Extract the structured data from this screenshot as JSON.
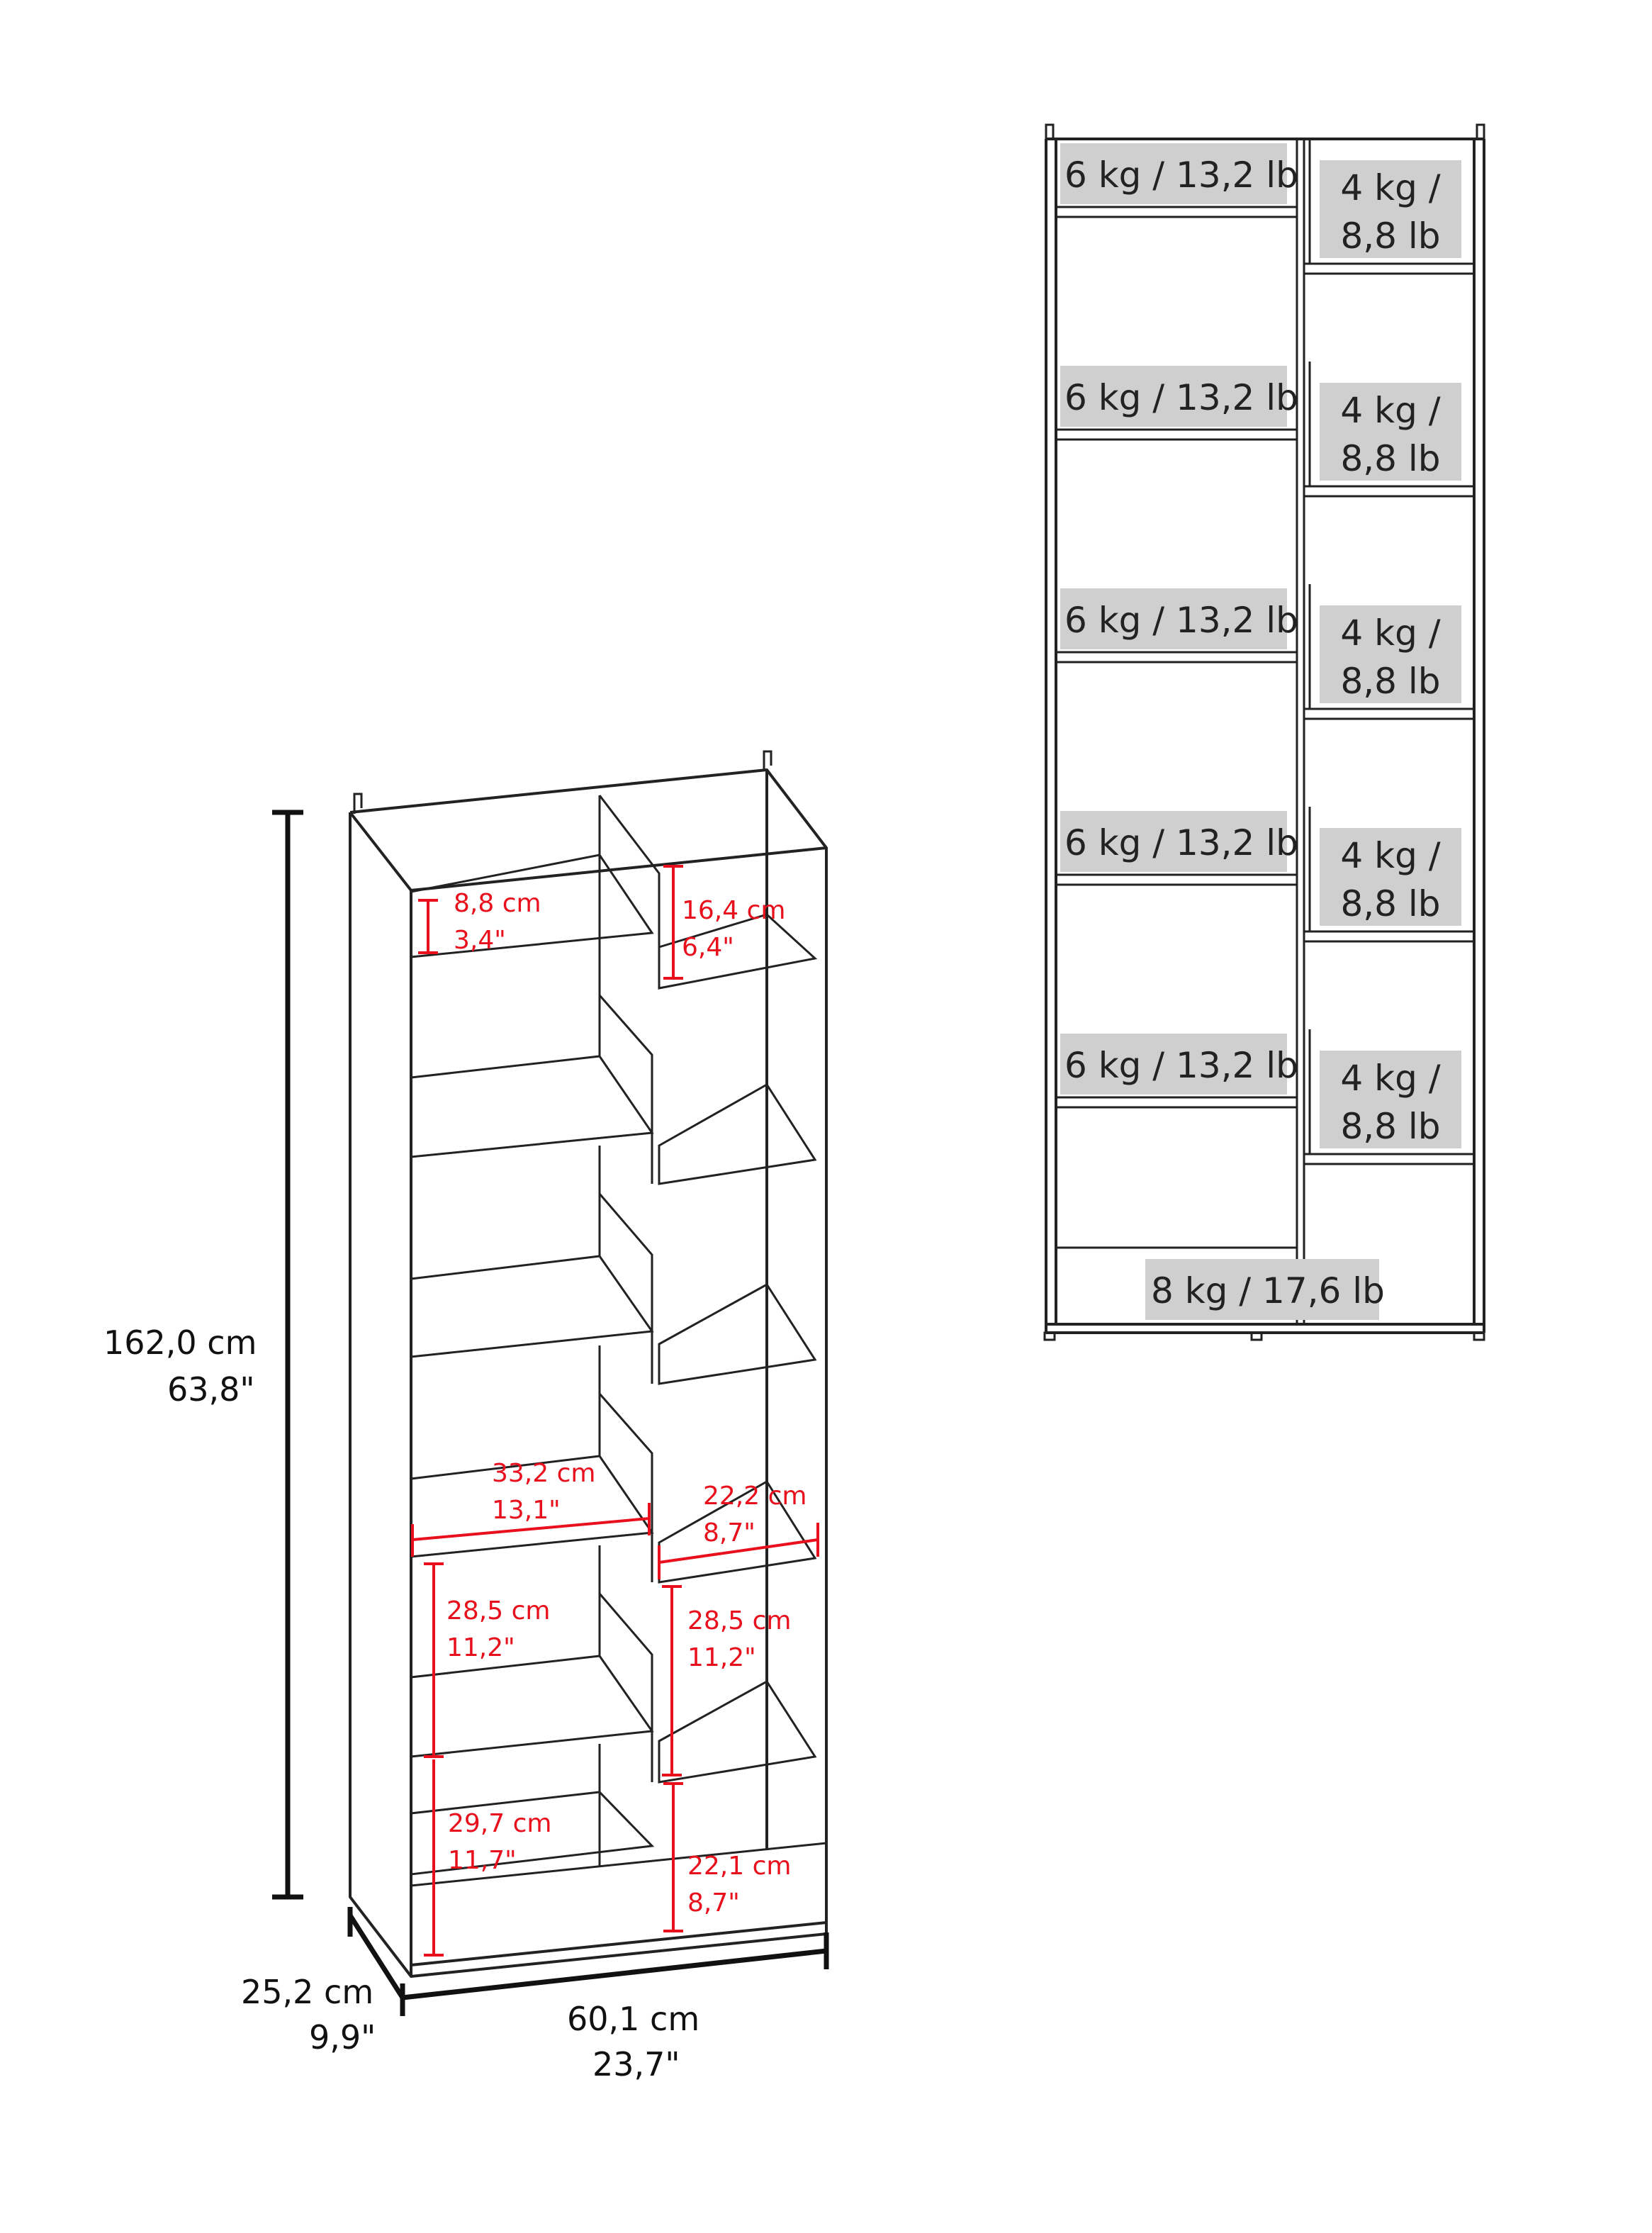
{
  "dimensions": {
    "height": {
      "cm": "162,0 cm",
      "in": "63,8\""
    },
    "depth": {
      "cm": "25,2 cm",
      "in": "9,9\""
    },
    "width": {
      "cm": "60,1 cm",
      "in": "23,7\""
    }
  },
  "interior_measurements": [
    {
      "id": "top-left-shelf",
      "cm": "8,8 cm",
      "in": "3,4\""
    },
    {
      "id": "top-right-shelf",
      "cm": "16,4 cm",
      "in": "6,4\""
    },
    {
      "id": "left-shelf-width",
      "cm": "33,2 cm",
      "in": "13,1\""
    },
    {
      "id": "right-shelf-width",
      "cm": "22,2 cm",
      "in": "8,7\""
    },
    {
      "id": "left-compartment-height",
      "cm": "28,5 cm",
      "in": "11,2\""
    },
    {
      "id": "right-compartment-height",
      "cm": "28,5 cm",
      "in": "11,2\""
    },
    {
      "id": "bottom-left-height",
      "cm": "29,7 cm",
      "in": "11,7\""
    },
    {
      "id": "bottom-right-height",
      "cm": "22,1 cm",
      "in": "8,7\""
    }
  ],
  "load_capacities": {
    "left_shelves": [
      "6 kg / 13,2 lb",
      "6 kg / 13,2 lb",
      "6 kg / 13,2 lb",
      "6 kg / 13,2 lb",
      "6 kg / 13,2 lb"
    ],
    "right_shelves": [
      [
        "4 kg /",
        "8,8 lb"
      ],
      [
        "4 kg /",
        "8,8 lb"
      ],
      [
        "4 kg /",
        "8,8 lb"
      ],
      [
        "4 kg /",
        "8,8 lb"
      ],
      [
        "4 kg /",
        "8,8 lb"
      ]
    ],
    "bottom": "8 kg / 17,6 lb"
  },
  "colors": {
    "measurement": "#e8101c",
    "line": "#222222",
    "load_box": "#cfcfcf"
  }
}
